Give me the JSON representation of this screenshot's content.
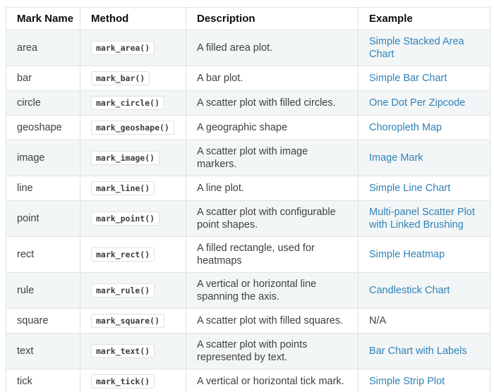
{
  "table": {
    "columns": [
      "Mark Name",
      "Method",
      "Description",
      "Example"
    ],
    "rows": [
      {
        "mark": "area",
        "method": "mark_area()",
        "description": "A filled area plot.",
        "example": "Simple Stacked Area Chart",
        "example_is_link": true
      },
      {
        "mark": "bar",
        "method": "mark_bar()",
        "description": "A bar plot.",
        "example": "Simple Bar Chart",
        "example_is_link": true
      },
      {
        "mark": "circle",
        "method": "mark_circle()",
        "description": "A scatter plot with filled circles.",
        "example": "One Dot Per Zipcode",
        "example_is_link": true
      },
      {
        "mark": "geoshape",
        "method": "mark_geoshape()",
        "description": "A geographic shape",
        "example": "Choropleth Map",
        "example_is_link": true
      },
      {
        "mark": "image",
        "method": "mark_image()",
        "description": "A scatter plot with image markers.",
        "example": "Image Mark",
        "example_is_link": true
      },
      {
        "mark": "line",
        "method": "mark_line()",
        "description": "A line plot.",
        "example": "Simple Line Chart",
        "example_is_link": true
      },
      {
        "mark": "point",
        "method": "mark_point()",
        "description": "A scatter plot with configurable point shapes.",
        "example": "Multi-panel Scatter Plot with Linked Brushing",
        "example_is_link": true
      },
      {
        "mark": "rect",
        "method": "mark_rect()",
        "description": "A filled rectangle, used for heatmaps",
        "example": "Simple Heatmap",
        "example_is_link": true
      },
      {
        "mark": "rule",
        "method": "mark_rule()",
        "description": "A vertical or horizontal line spanning the axis.",
        "example": "Candlestick Chart",
        "example_is_link": true
      },
      {
        "mark": "square",
        "method": "mark_square()",
        "description": "A scatter plot with filled squares.",
        "example": "N/A",
        "example_is_link": false
      },
      {
        "mark": "text",
        "method": "mark_text()",
        "description": "A scatter plot with points represented by text.",
        "example": "Bar Chart with Labels",
        "example_is_link": true
      },
      {
        "mark": "tick",
        "method": "mark_tick()",
        "description": "A vertical or horizontal tick mark.",
        "example": "Simple Strip Plot",
        "example_is_link": true
      }
    ]
  },
  "colors": {
    "link": "#2f81b7",
    "alt_row_bg": "#f3f6f6",
    "border": "#e1e4e5",
    "body_text": "#404040",
    "header_text": "#0d0d0d"
  }
}
